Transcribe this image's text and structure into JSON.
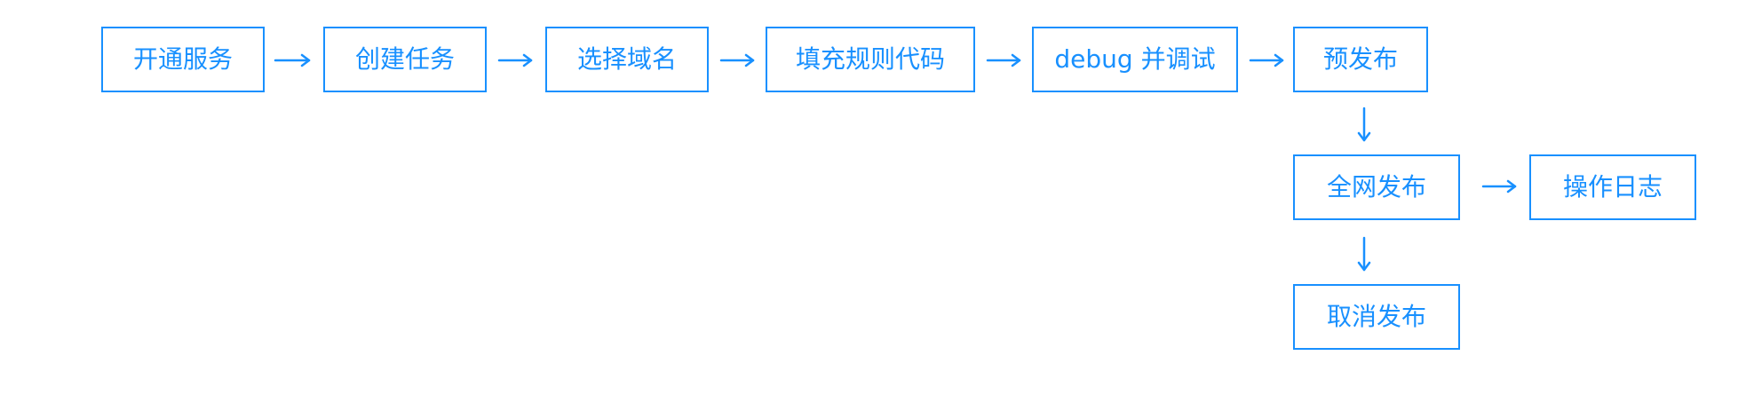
{
  "colors": {
    "accent": "#1890ff",
    "background": "#ffffff"
  },
  "nodes": [
    {
      "id": "open-service",
      "label": "开通服务"
    },
    {
      "id": "create-task",
      "label": "创建任务"
    },
    {
      "id": "select-domain",
      "label": "选择域名"
    },
    {
      "id": "fill-rule-code",
      "label": "填充规则代码"
    },
    {
      "id": "debug-and-test",
      "label": "debug 并调试"
    },
    {
      "id": "pre-release",
      "label": "预发布"
    },
    {
      "id": "full-release",
      "label": "全网发布"
    },
    {
      "id": "operation-log",
      "label": "操作日志"
    },
    {
      "id": "cancel-release",
      "label": "取消发布"
    }
  ],
  "edges": [
    {
      "from": "open-service",
      "to": "create-task"
    },
    {
      "from": "create-task",
      "to": "select-domain"
    },
    {
      "from": "select-domain",
      "to": "fill-rule-code"
    },
    {
      "from": "fill-rule-code",
      "to": "debug-and-test"
    },
    {
      "from": "debug-and-test",
      "to": "pre-release"
    },
    {
      "from": "pre-release",
      "to": "full-release"
    },
    {
      "from": "full-release",
      "to": "operation-log"
    },
    {
      "from": "full-release",
      "to": "cancel-release"
    }
  ]
}
